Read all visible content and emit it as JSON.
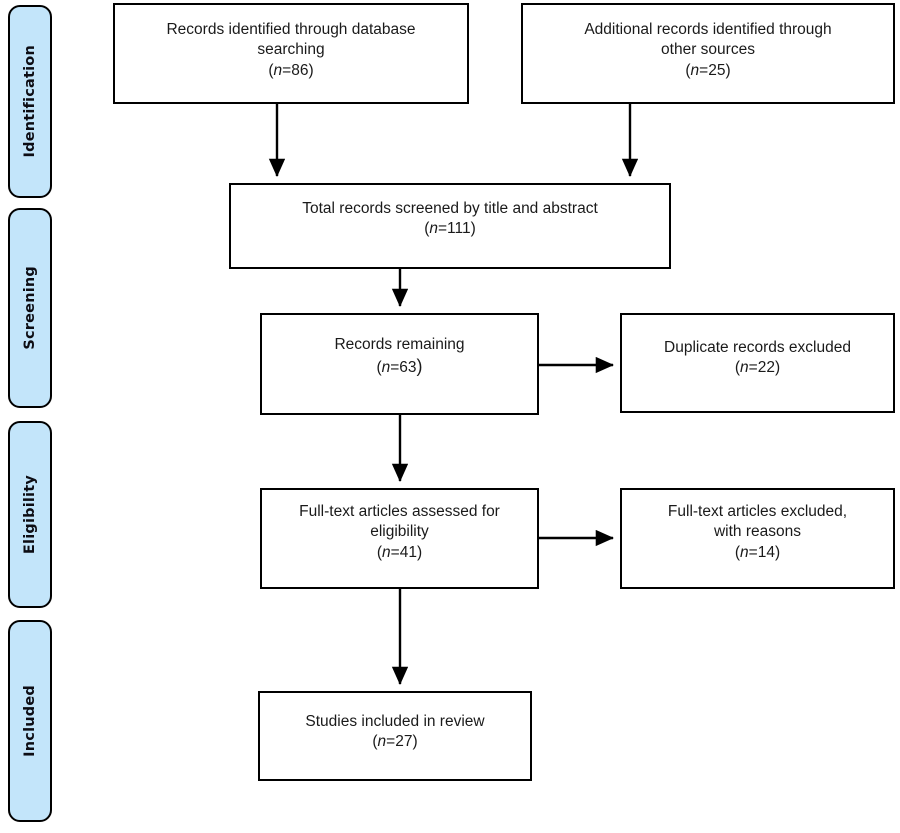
{
  "diagram": {
    "type": "prisma-flow-diagram",
    "accent_color": "#c3e5fa",
    "line_color": "#000000",
    "background": "#ffffff",
    "phases": [
      {
        "id": "identification",
        "label": "Identification"
      },
      {
        "id": "screening",
        "label": "Screening"
      },
      {
        "id": "eligibility",
        "label": "Eligibility"
      },
      {
        "id": "included",
        "label": "Included"
      }
    ],
    "boxes": {
      "db_search": {
        "line1": "Records identified through database",
        "line2": "searching",
        "count_label": "(n=86)",
        "count": 86
      },
      "other_sources": {
        "line1": "Additional records identified through",
        "line2": "other sources",
        "count_label": "(n=25)",
        "count": 25
      },
      "total_screened": {
        "line1": "Total records screened by title and abstract",
        "count_label": "(n=111)",
        "count": 111
      },
      "records_remaining": {
        "line1": "Records remaining",
        "count_label": "(n=63)",
        "count": 63
      },
      "duplicates_excluded": {
        "line1": "Duplicate records excluded",
        "count_label": "(n=22)",
        "count": 22
      },
      "fulltext_assessed": {
        "line1": "Full-text articles assessed for",
        "line2": "eligibility",
        "count_label": "(n=41)",
        "count": 41
      },
      "fulltext_excluded": {
        "line1": "Full-text articles excluded,",
        "line2": "with reasons",
        "count_label": "(n=14)",
        "count": 14
      },
      "studies_included": {
        "line1": "Studies included in review",
        "count_label": "(n=27)",
        "count": 27
      }
    },
    "connectors": [
      {
        "from": "db_search",
        "to": "total_screened",
        "direction": "down"
      },
      {
        "from": "other_sources",
        "to": "total_screened",
        "direction": "down"
      },
      {
        "from": "total_screened",
        "to": "records_remaining",
        "direction": "down"
      },
      {
        "from": "records_remaining",
        "to": "duplicates_excluded",
        "direction": "right"
      },
      {
        "from": "records_remaining",
        "to": "fulltext_assessed",
        "direction": "down"
      },
      {
        "from": "fulltext_assessed",
        "to": "fulltext_excluded",
        "direction": "right"
      },
      {
        "from": "fulltext_assessed",
        "to": "studies_included",
        "direction": "down"
      }
    ]
  }
}
